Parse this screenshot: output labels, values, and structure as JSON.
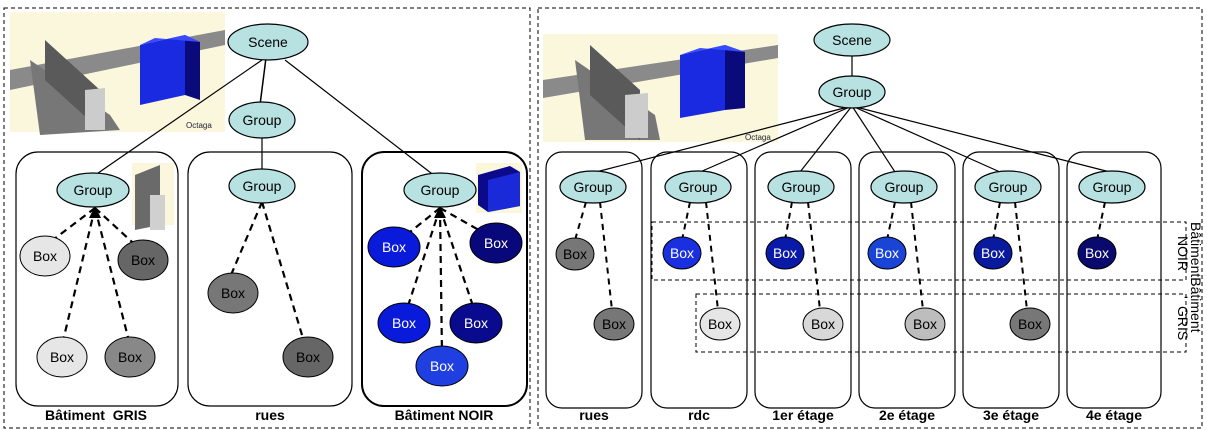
{
  "left_panel": {
    "root": "Scene",
    "group": "Group",
    "logo_text": "Octaga",
    "sub_groups": [
      {
        "label": "Bâtiment  GRIS",
        "group": "Group",
        "boxes": [
          {
            "text": "Box",
            "color": "#e6e6e6"
          },
          {
            "text": "Box",
            "color": "#666666"
          },
          {
            "text": "Box",
            "color": "#e6e6e6"
          },
          {
            "text": "Box",
            "color": "#888888"
          }
        ]
      },
      {
        "label": "rues",
        "group": "Group",
        "boxes": [
          {
            "text": "Box",
            "color": "#777777"
          },
          {
            "text": "Box",
            "color": "#666666"
          }
        ]
      },
      {
        "label": "Bâtiment NOIR",
        "group": "Group",
        "boxes": [
          {
            "text": "Box",
            "color": "#0a1adb"
          },
          {
            "text": "Box",
            "color": "#08087a"
          },
          {
            "text": "Box",
            "color": "#0a1adb"
          },
          {
            "text": "Box",
            "color": "#0a0a8e"
          },
          {
            "text": "Box",
            "color": "#1f3fe0"
          }
        ]
      }
    ]
  },
  "right_panel": {
    "root": "Scene",
    "group": "Group",
    "logo_text": "Octaga",
    "columns": [
      {
        "label": "rues",
        "group": "Group",
        "box_top": {
          "text": "Box",
          "color": "#777777"
        },
        "box_bottom": {
          "text": "Box",
          "color": "#777777"
        }
      },
      {
        "label": "rdc",
        "group": "Group",
        "box_top": {
          "text": "Box",
          "color": "#1a2fe0"
        },
        "box_bottom": {
          "text": "Box",
          "color": "#e6e6e6"
        }
      },
      {
        "label": "1er étage",
        "group": "Group",
        "box_top": {
          "text": "Box",
          "color": "#0a1aa8"
        },
        "box_bottom": {
          "text": "Box",
          "color": "#d8d8d8"
        }
      },
      {
        "label": "2e étage",
        "group": "Group",
        "box_top": {
          "text": "Box",
          "color": "#1a44d6"
        },
        "box_bottom": {
          "text": "Box",
          "color": "#bdbdbd"
        }
      },
      {
        "label": "3e étage",
        "group": "Group",
        "box_top": {
          "text": "Box",
          "color": "#0a1a9e"
        },
        "box_bottom": {
          "text": "Box",
          "color": "#777777"
        }
      },
      {
        "label": "4e étage",
        "group": "Group",
        "box_top": {
          "text": "Box",
          "color": "#0a0a6e"
        },
        "box_bottom": null
      }
    ],
    "side_label_noir": "BâtimentBâtiment",
    "side_label_noir_2": "NOIR",
    "side_label_gris": "GRIS",
    "side_label_gris_2": "'"
  },
  "colors": {
    "group_fill": "#b8e2e2",
    "frame": "#000000",
    "screenshot_bg": "#fbf7dc"
  }
}
